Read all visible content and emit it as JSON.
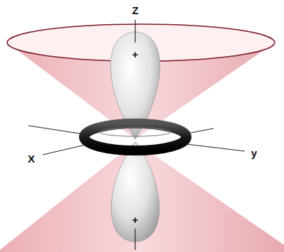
{
  "diagram": {
    "labels": [
      "Z",
      "+",
      "X",
      "y",
      "+"
    ]
  }
}
